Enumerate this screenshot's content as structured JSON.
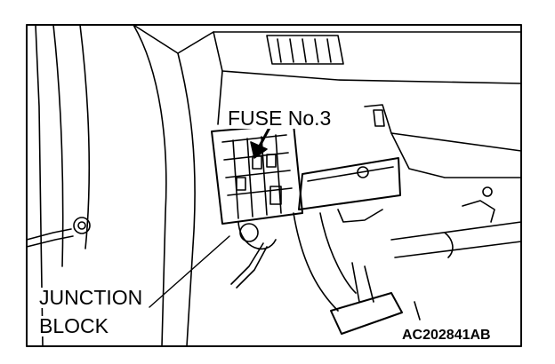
{
  "labels": {
    "fuse": "FUSE No.3",
    "junction_block_line1": "JUNCTION",
    "junction_block_line2": "BLOCK",
    "figure_code": "AC202841AB"
  }
}
